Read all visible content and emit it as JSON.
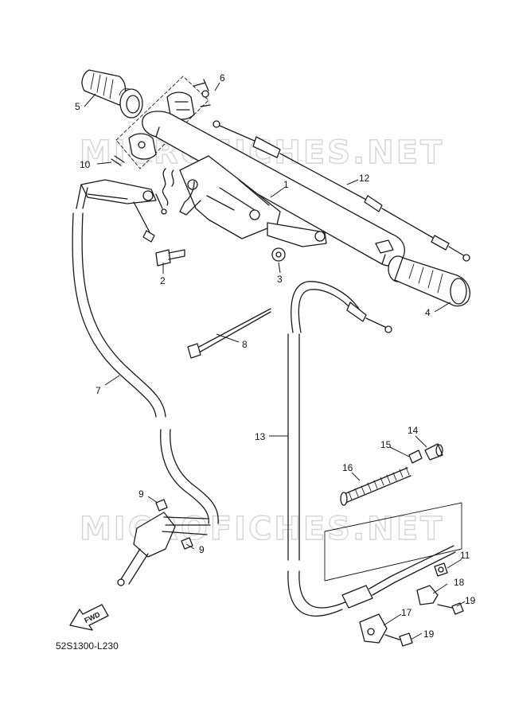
{
  "watermarks": [
    "MICROFICHES.NET",
    "MICROFICHES.NET"
  ],
  "diagram_code": "52S1300-L230",
  "fwd_label": "FWD",
  "callouts": [
    {
      "id": "callout-1",
      "label": "1"
    },
    {
      "id": "callout-2",
      "label": "2"
    },
    {
      "id": "callout-3",
      "label": "3"
    },
    {
      "id": "callout-4",
      "label": "4"
    },
    {
      "id": "callout-5",
      "label": "5"
    },
    {
      "id": "callout-6",
      "label": "6"
    },
    {
      "id": "callout-7",
      "label": "7"
    },
    {
      "id": "callout-8",
      "label": "8"
    },
    {
      "id": "callout-9a",
      "label": "9"
    },
    {
      "id": "callout-9b",
      "label": "9"
    },
    {
      "id": "callout-10",
      "label": "10"
    },
    {
      "id": "callout-11",
      "label": "11"
    },
    {
      "id": "callout-12",
      "label": "12"
    },
    {
      "id": "callout-13",
      "label": "13"
    },
    {
      "id": "callout-14",
      "label": "14"
    },
    {
      "id": "callout-15",
      "label": "15"
    },
    {
      "id": "callout-16",
      "label": "16"
    },
    {
      "id": "callout-17",
      "label": "17"
    },
    {
      "id": "callout-18",
      "label": "18"
    },
    {
      "id": "callout-19a",
      "label": "19"
    },
    {
      "id": "callout-19b",
      "label": "19"
    }
  ]
}
